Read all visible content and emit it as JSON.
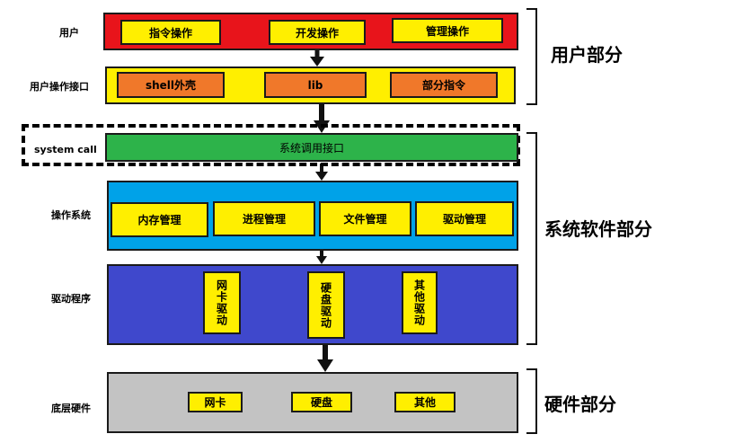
{
  "layers": {
    "user": {
      "label": "用户",
      "items": [
        "指令操作",
        "开发操作",
        "管理操作"
      ]
    },
    "user_interface": {
      "label": "用户操作接口",
      "items": [
        "shell外壳",
        "lib",
        "部分指令"
      ]
    },
    "system_call": {
      "label": "system call",
      "box_text": "系统调用接口"
    },
    "os": {
      "label": "操作系统",
      "items": [
        "内存管理",
        "进程管理",
        "文件管理",
        "驱动管理"
      ]
    },
    "drivers": {
      "label": "驱动程序",
      "items": [
        "网卡驱动",
        "硬盘驱动",
        "其他驱动"
      ]
    },
    "hardware": {
      "label": "底层硬件",
      "items": [
        "网卡",
        "硬盘",
        "其他"
      ]
    }
  },
  "groups": {
    "user_part": "用户部分",
    "system_software_part": "系统软件部分",
    "hardware_part": "硬件部分"
  },
  "colors": {
    "user_layer": "#e8141b",
    "yellow_item": "#ffef00",
    "interface_layer": "#ffef00",
    "orange_item": "#f0782a",
    "system_call_box": "#2db34a",
    "os_layer": "#00a2e8",
    "drivers_layer": "#3f48cc",
    "hardware_layer": "#c3c3c3"
  }
}
